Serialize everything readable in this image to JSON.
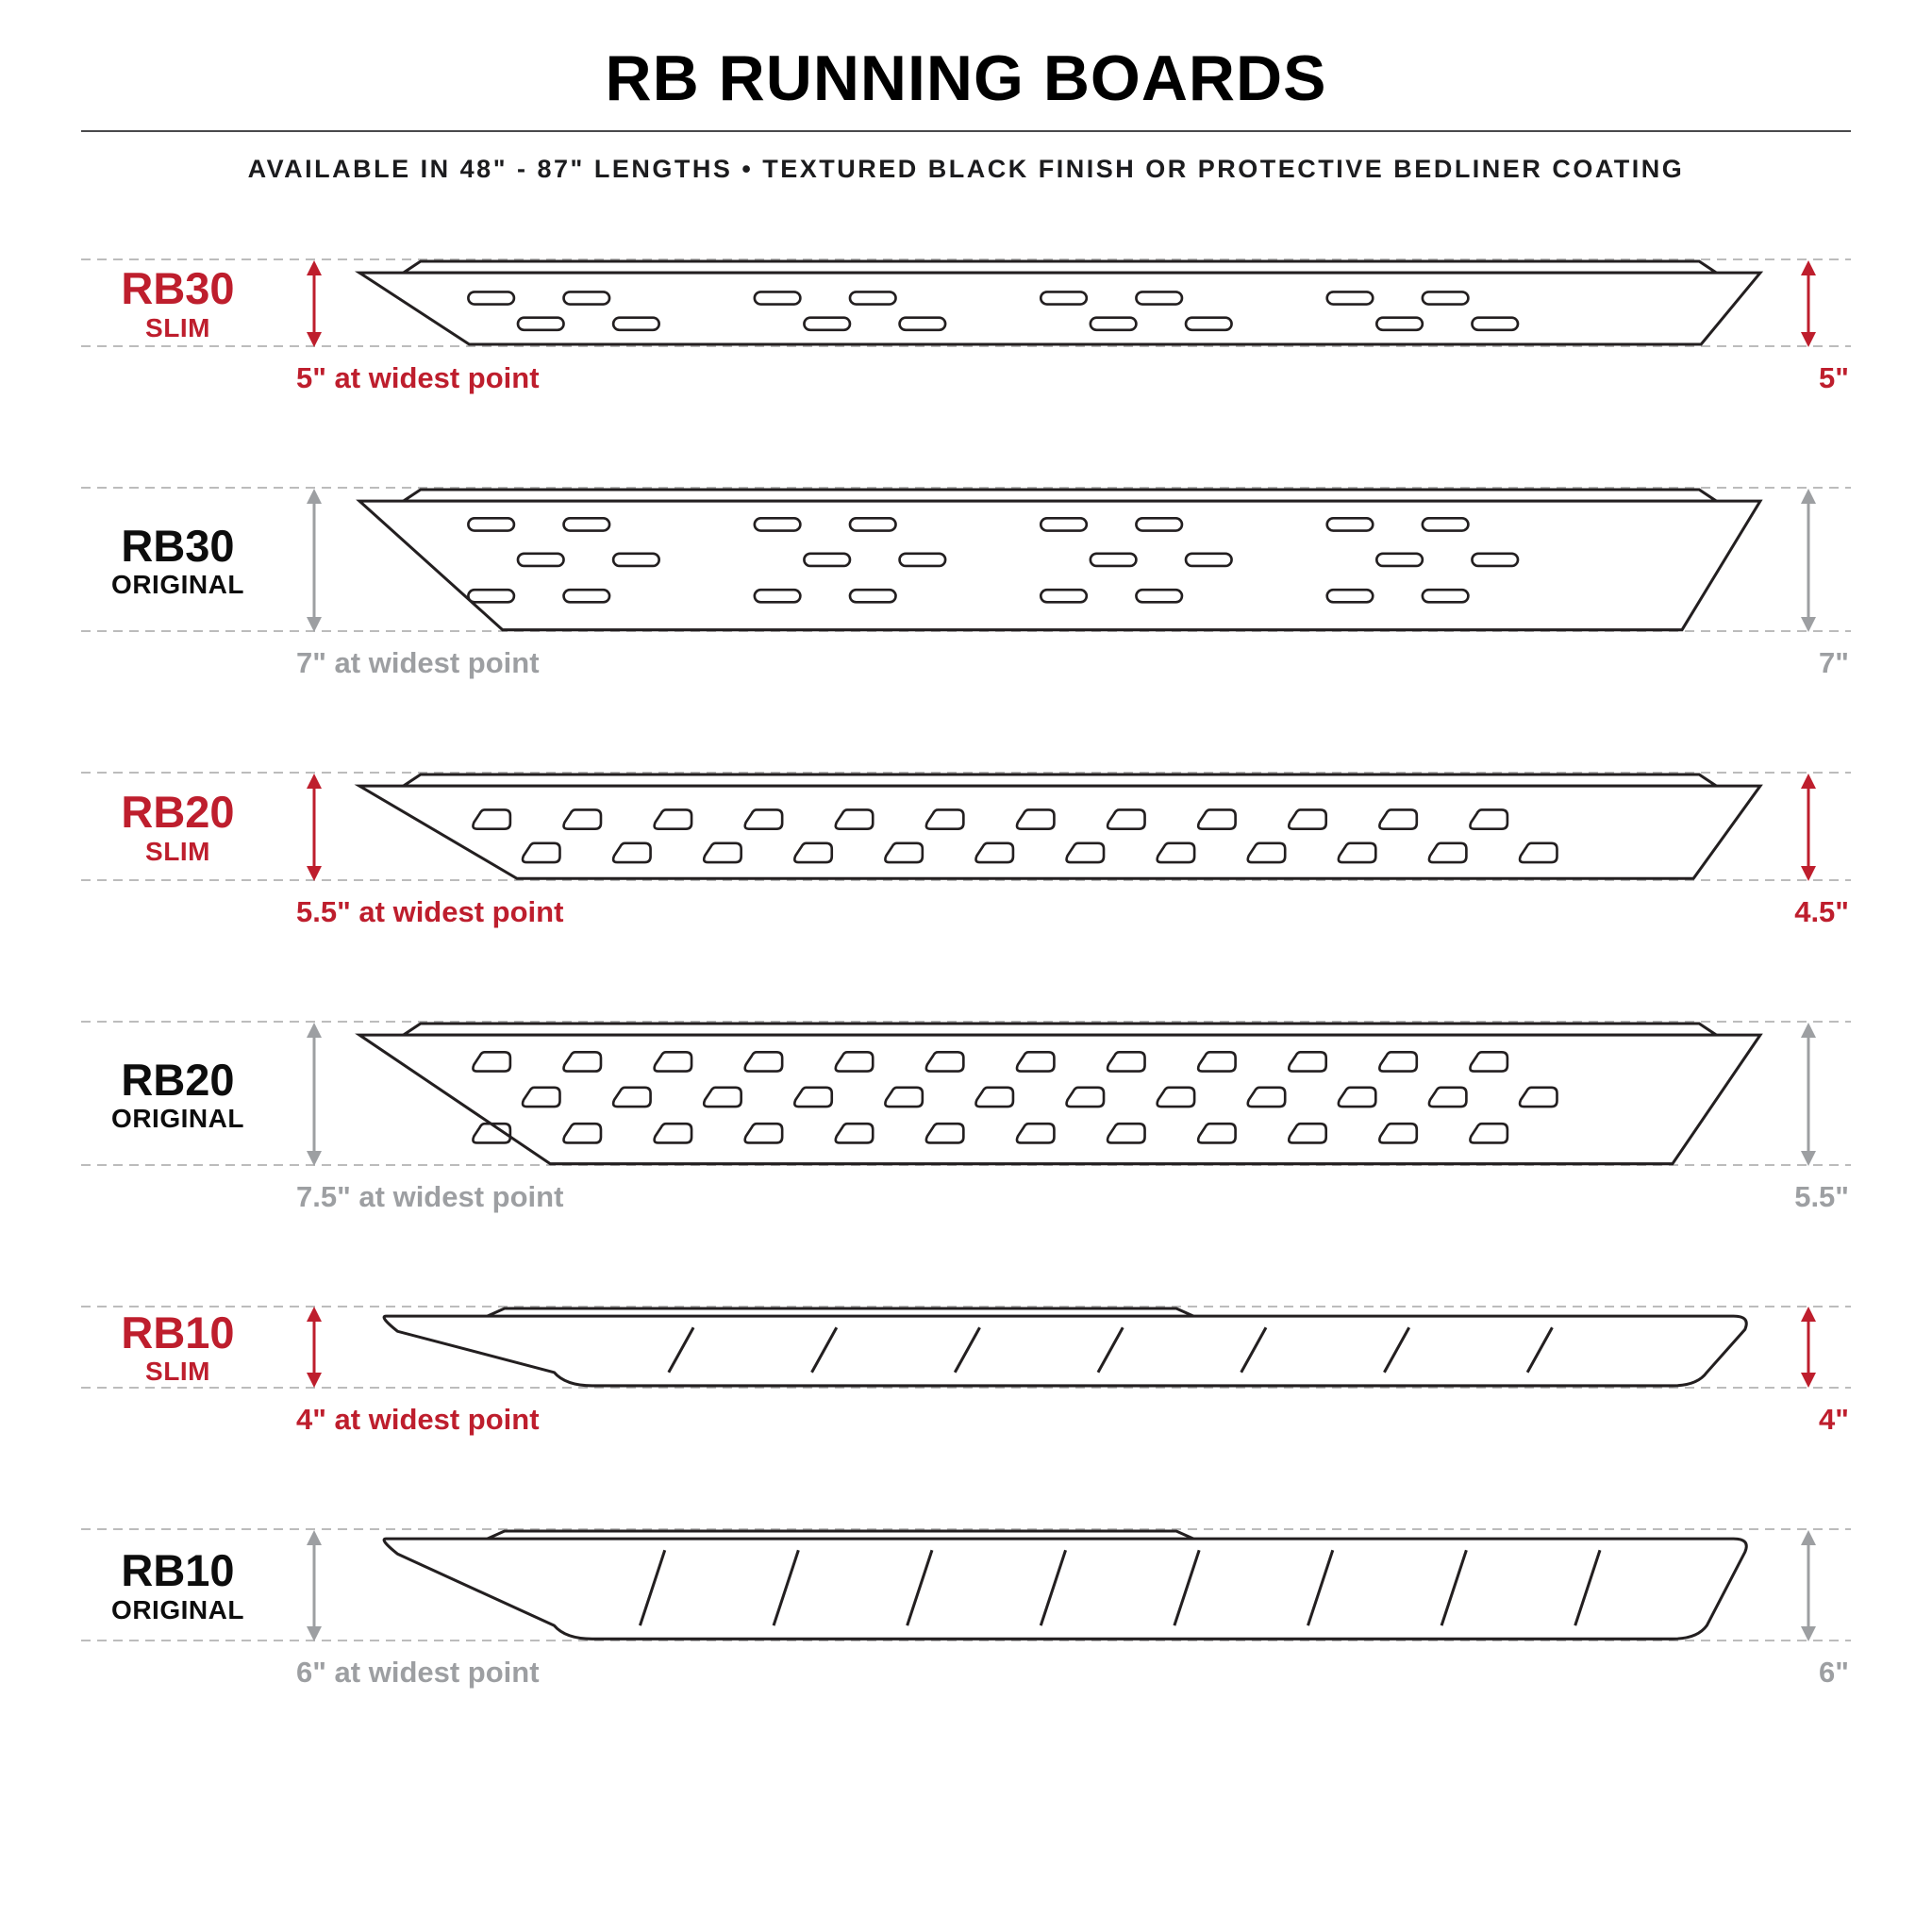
{
  "header": {
    "title": "RB RUNNING BOARDS",
    "subtitle": "AVAILABLE IN 48\" - 87\" LENGTHS   •   TEXTURED BLACK FINISH OR PROTECTIVE BEDLINER COATING"
  },
  "colors": {
    "red": "#be1e2d",
    "gray": "#9d9fa2",
    "line": "#231f20",
    "dash": "#bcbcbc"
  },
  "rows": [
    {
      "model": "RB30",
      "variant": "SLIM",
      "accent": "red",
      "widest_label": "5\" at widest point",
      "right_dim": "5\"",
      "drawing": "oval-slots-2-rows"
    },
    {
      "model": "RB30",
      "variant": "ORIGINAL",
      "accent": "gray",
      "widest_label": "7\" at widest point",
      "right_dim": "7\"",
      "drawing": "oval-slots-3-rows"
    },
    {
      "model": "RB20",
      "variant": "SLIM",
      "accent": "red",
      "widest_label": "5.5\" at widest point",
      "right_dim": "4.5\"",
      "drawing": "d-slots-2-rows"
    },
    {
      "model": "RB20",
      "variant": "ORIGINAL",
      "accent": "gray",
      "widest_label": "7.5\" at widest point",
      "right_dim": "5.5\"",
      "drawing": "d-slots-3-rows"
    },
    {
      "model": "RB10",
      "variant": "SLIM",
      "accent": "red",
      "widest_label": "4\" at widest point",
      "right_dim": "4\"",
      "drawing": "slash-slim"
    },
    {
      "model": "RB10",
      "variant": "ORIGINAL",
      "accent": "gray",
      "widest_label": "6\" at widest point",
      "right_dim": "6\"",
      "drawing": "slash-original"
    }
  ]
}
